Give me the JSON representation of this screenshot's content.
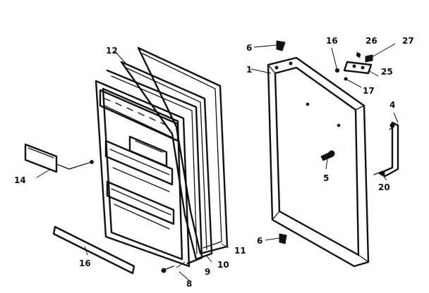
{
  "callouts": {
    "c1": "1",
    "c4": "4",
    "c5": "5",
    "c6_top": "6",
    "c6_bottom": "6",
    "c8": "8",
    "c9": "9",
    "c10": "10",
    "c11": "11",
    "c12": "12",
    "c14": "14",
    "c16_hinge": "16",
    "c16_bar": "16",
    "c17": "17",
    "c20": "20",
    "c25": "25",
    "c26": "26",
    "c27": "27"
  }
}
